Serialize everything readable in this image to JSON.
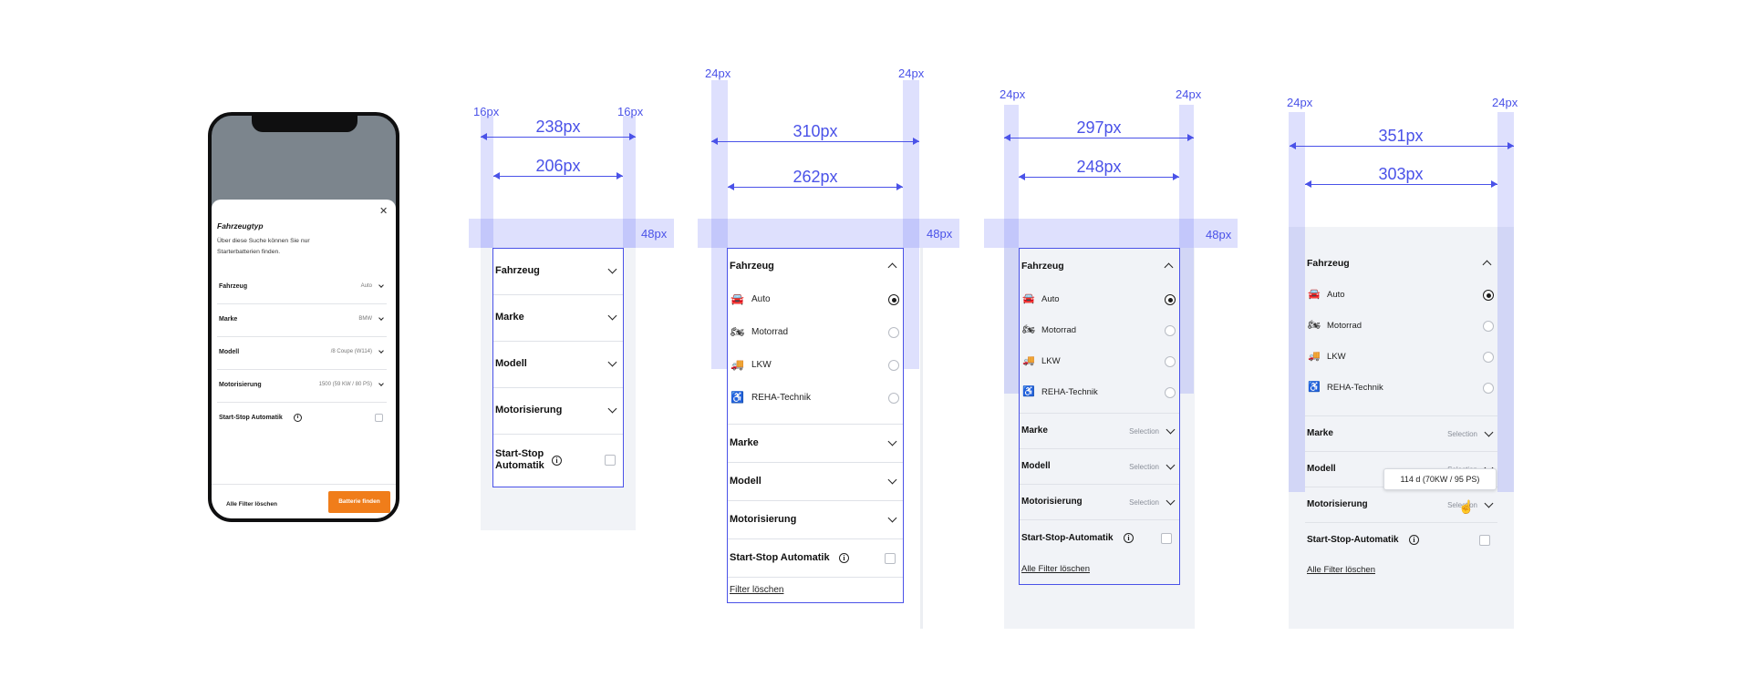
{
  "colors": {
    "accent": "#4a52e8",
    "orange": "#f07d1a",
    "grey_panel": "#f1f3f7",
    "phone_top": "#7c858d"
  },
  "phone": {
    "title": "Fahrzeugtyp",
    "description": "Über diese Suche können Sie nur Starterbatterien finden.",
    "rows": [
      {
        "label": "Fahrzeug",
        "value": "Auto"
      },
      {
        "label": "Marke",
        "value": "BMW"
      },
      {
        "label": "Modell",
        "value": "/8 Coupe (W114)"
      },
      {
        "label": "Motorisierung",
        "value": "1500 (59 KW / 80 PS)"
      }
    ],
    "startstop_label": "Start-Stop Automatik",
    "clear_label": "Alle Filter löschen",
    "find_label": "Batterie finden"
  },
  "measures": {
    "m16a": "16px",
    "m16b": "16px",
    "m238": "238px",
    "m206": "206px",
    "m48a": "48px",
    "m24a": "24px",
    "m24b": "24px",
    "m310": "310px",
    "m262": "262px",
    "m48b": "48px",
    "m24c": "24px",
    "m24d": "24px",
    "m297": "297px",
    "m248": "248px",
    "m48c": "48px",
    "m24e": "24px",
    "m24f": "24px",
    "m351": "351px",
    "m303": "303px"
  },
  "panel1": {
    "rows": [
      "Fahrzeug",
      "Marke",
      "Modell",
      "Motorisierung"
    ],
    "startstop": "Start-Stop Automatik"
  },
  "panel2": {
    "heading": "Fahrzeug",
    "options": [
      {
        "label": "Auto",
        "icon": "car-icon",
        "selected": true
      },
      {
        "label": "Motorrad",
        "icon": "motorcycle-icon",
        "selected": false
      },
      {
        "label": "LKW",
        "icon": "truck-icon",
        "selected": false
      },
      {
        "label": "REHA-Technik",
        "icon": "wheelchair-icon",
        "selected": false
      }
    ],
    "rows": [
      "Marke",
      "Modell",
      "Motorisierung"
    ],
    "startstop": "Start-Stop Automatik",
    "clear": "Filter löschen"
  },
  "panel3": {
    "heading": "Fahrzeug",
    "options": [
      "Auto",
      "Motorrad",
      "LKW",
      "REHA-Technik"
    ],
    "rows": [
      {
        "label": "Marke",
        "value": "Selection"
      },
      {
        "label": "Modell",
        "value": "Selection"
      },
      {
        "label": "Motorisierung",
        "value": "Selection"
      }
    ],
    "startstop": "Start-Stop-Automatik",
    "clear": "Alle Filter löschen"
  },
  "panel4": {
    "heading": "Fahrzeug",
    "options": [
      "Auto",
      "Motorrad",
      "LKW",
      "REHA-Technik"
    ],
    "rows": [
      {
        "label": "Marke",
        "value": "Selection"
      },
      {
        "label": "Modell",
        "value": "Selection"
      },
      {
        "label": "Motorisierung",
        "value": "Selection"
      }
    ],
    "tooltip": "114 d (70KW / 95 PS)",
    "startstop": "Start-Stop-Automatik",
    "clear": "Alle Filter löschen"
  }
}
